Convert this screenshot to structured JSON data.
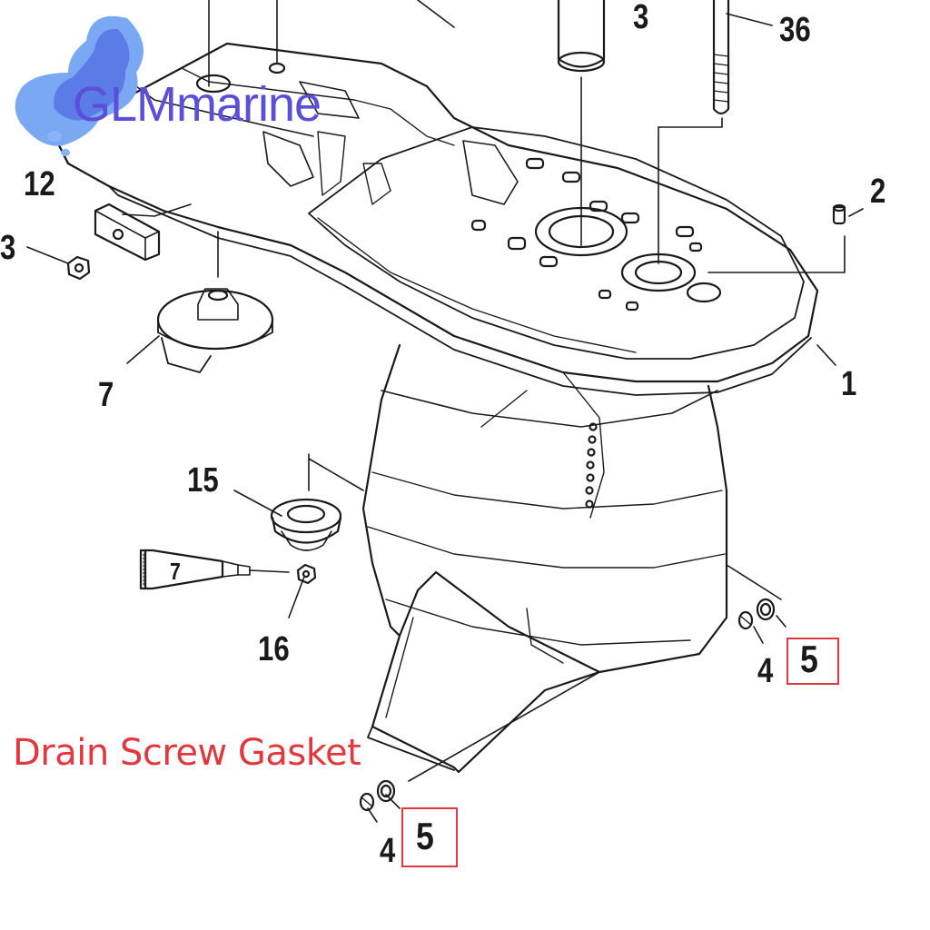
{
  "brand": {
    "name": "GLMmarine",
    "color": "#5a4fd6"
  },
  "caption": {
    "text": "Drain Screw Gasket",
    "color": "#e0383e"
  },
  "parts": {
    "p3_top": "3",
    "p36": "36",
    "p2": "2",
    "p1": "1",
    "p12": "12",
    "p3_left": "3",
    "p7_anode": "7",
    "p15": "15",
    "p7_tube": "7",
    "p16": "16",
    "p4_right": "4",
    "p5_right": "5",
    "p4_bottom": "4",
    "p5_bottom": "5"
  },
  "highlight_color": "#e0383e"
}
